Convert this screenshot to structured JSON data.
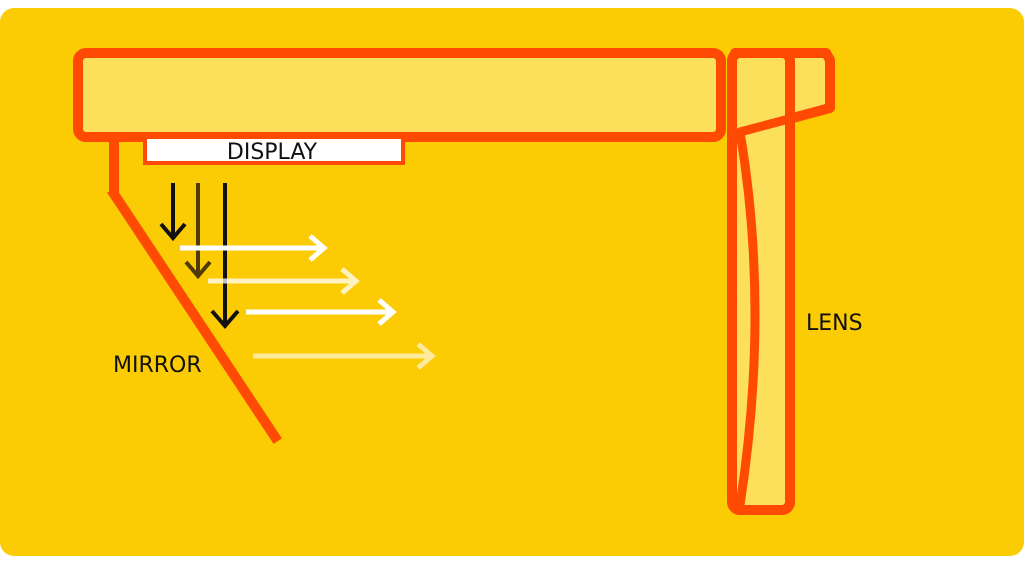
{
  "labels": {
    "display": "DISPLAY",
    "mirror": "MIRROR",
    "lens": "LENS"
  },
  "colors": {
    "background": "#FBCB04",
    "outline": "#FF4A04",
    "panel_fill": "#FCDF5A",
    "display_fill": "#FFFFFF",
    "text": "#111111",
    "arrow_dark": "#111111",
    "arrow_brown": "#4F3A08",
    "arrow_light": "#FFFFFF"
  }
}
